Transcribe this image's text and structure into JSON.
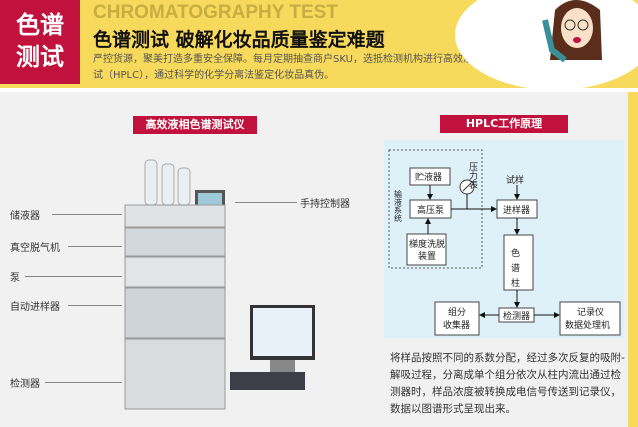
{
  "header": {
    "badge": [
      "色谱",
      "测试"
    ],
    "en_title": "CHROMATOGRAPHY TEST",
    "title": "色谱测试 破解化妆品质量鉴定难题",
    "subtitle": "严控货源，聚美打造多重安全保障。每月定期抽查商户SKU，选抵检测机构进行高效液相色谱测试（HPLC），通过科学的化学分离法鉴定化妆品真伪。"
  },
  "left": {
    "badge": "高效液相色谱测试仪",
    "labels": {
      "reservoir": "储液器",
      "degasser": "真空脱气机",
      "pump": "泵",
      "autosampler": "自动进样器",
      "detector": "检测器",
      "controller": "手持控制器"
    }
  },
  "right": {
    "badge": "HPLC工作原理",
    "diagram": {
      "reservoir": "贮液器",
      "pressure_gauge": "压力表",
      "pump": "高压泵",
      "delivery_system": "输液系统",
      "gradient": [
        "梯度洗脱",
        "装置"
      ],
      "sample": "试样",
      "injector": "进样器",
      "column": "色谱柱",
      "detector": "检测器",
      "collector": [
        "组分",
        "收集器"
      ],
      "recorder": [
        "记录仪",
        "数据处理机"
      ]
    },
    "description": "将样品按照不同的系数分配，经过多次反复的吸附- 解吸过程，分离成单个组分依次从柱内流出通过检测器时，样品浓度被转换成电信号传送到记录仪，数据以图谱形式呈现出来。"
  },
  "colors": {
    "accent_red": "#c0123c",
    "yellow": "#f7d95c",
    "diagram_bg": "#dff1f8"
  }
}
